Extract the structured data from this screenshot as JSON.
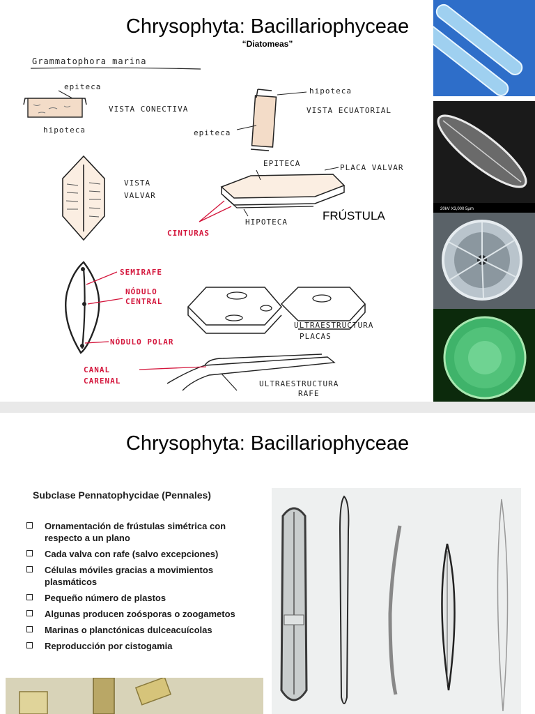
{
  "slide1": {
    "title": "Chrysophyta: Bacillariophyceae",
    "subtitle": "“Diatomeas”",
    "frustula_label": "FRÚSTULA",
    "sketch": {
      "heading": "Grammatophora marina",
      "epiteca_top": "epiteca",
      "vista_conectiva": "VISTA CONECTIVA",
      "hipoteca_left": "hipoteca",
      "hipoteca_right": "hipoteca",
      "vista_ecuatorial": "VISTA ECUATORIAL",
      "epiteca_right": "epiteca",
      "vista_valvar_1": "VISTA",
      "vista_valvar_2": "VALVAR",
      "epiteca_caps": "EPITECA",
      "placa_valvar": "PLACA VALVAR",
      "cinturas": "CINTURAS",
      "hipoteca_caps": "HIPOTECA",
      "semirafe": "SEMIRAFE",
      "nodulo_central_1": "NÓDULO",
      "nodulo_central_2": "CENTRAL",
      "nodulo_polar": "NÓDULO POLAR",
      "ultra_placas_1": "ULTRAESTRUCTURA",
      "ultra_placas_2": "PLACAS",
      "canal_carenal_1": "CANAL",
      "canal_carenal_2": "CARENAL",
      "ultra_rafe_1": "ULTRAESTRUCTURA",
      "ultra_rafe_2": "RAFE"
    },
    "sem_caption": "20kV   X3,000   5µm"
  },
  "slide2": {
    "title": "Chrysophyta: Bacillariophyceae",
    "subclass": "Subclase Pennatophycidae (Pennales)",
    "bullets": [
      "Ornamentación de frústulas simétrica con respecto a un plano",
      "Cada valva con rafe (salvo excepciones)",
      "Células móviles gracias a movimientos plasmáticos",
      "Pequeño número de plastos",
      "Algunas producen zoósporas o zoogametos",
      "Marinas o planctónicas dulceacuícolas",
      "Reproducción por cistogamia"
    ]
  },
  "colors": {
    "accent_red": "#d4163c",
    "photo_blue": "#2e6ec9"
  }
}
